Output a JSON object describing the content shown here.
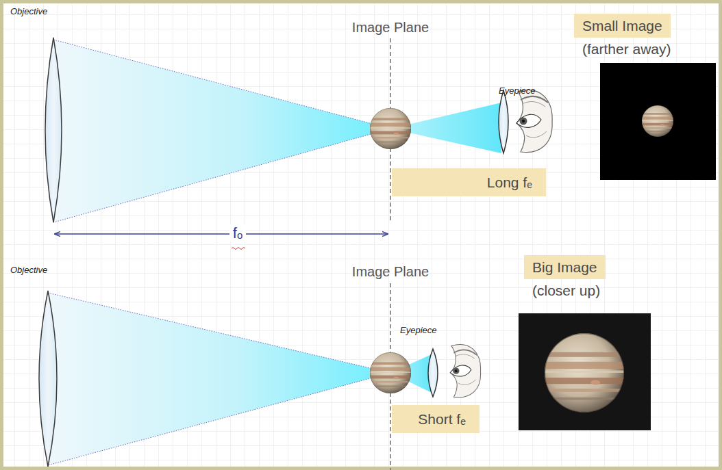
{
  "diagram": {
    "nodes": [
      {
        "text": [
          "Small Image",
          "(farther away)"
        ]
      },
      {
        "text": [
          "Long fₑ"
        ]
      },
      {
        "text": [
          "Big Image",
          "(closer up)"
        ]
      },
      {
        "text": [
          "Short fₑ"
        ]
      }
    ],
    "labels": [
      "Objective",
      "Image Plane",
      "Eyepiece",
      "fₒ",
      "Objective",
      "Image Plane",
      "Eyepiece"
    ]
  }
}
